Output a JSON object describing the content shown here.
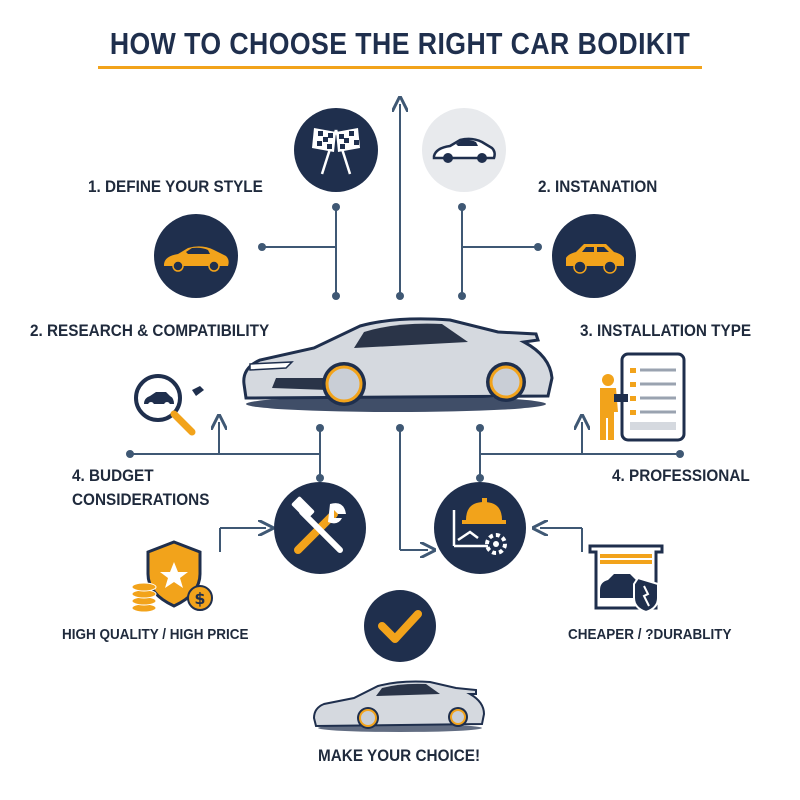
{
  "title": "HOW TO CHOOSE THE RIGHT CAR BODIKIT",
  "labels": {
    "define_style": "1. DEFINE YOUR STYLE",
    "instanation": "2. INSTANATION",
    "research": "2. RESEARCH & COMPATIBILITY",
    "installation_type": "3. INSTALLATION TYPE",
    "budget_line1": "4. BUDGET",
    "budget_line2": "CONSIDERATIONS",
    "professional": "4. PROFESSIONAL",
    "high_quality": "HIGH QUALITY / HIGH PRICE",
    "cheaper": "CHEAPER / ?DURABLITY",
    "choice": "MAKE YOUR CHOICE!"
  },
  "icons": {
    "flags": "checkered-flags-icon",
    "sports_car_gray": "sports-car-icon",
    "sports_car_orange": "orange-sports-car-icon",
    "sedan_orange": "orange-sedan-icon",
    "magnifier": "car-magnifier-icon",
    "checklist": "checklist-tablet-icon",
    "tools": "wrench-hammer-icon",
    "helmet": "hardhat-settings-icon",
    "money_shield": "shield-money-icon",
    "garage": "garage-damage-icon",
    "check": "checkmark-icon",
    "main_car": "hero-sports-car-icon",
    "final_car": "final-sports-car-icon"
  },
  "colors": {
    "navy": "#1f2f4d",
    "orange": "#f2a31b",
    "light_gray": "#e8eaed",
    "line": "#3f5874"
  }
}
